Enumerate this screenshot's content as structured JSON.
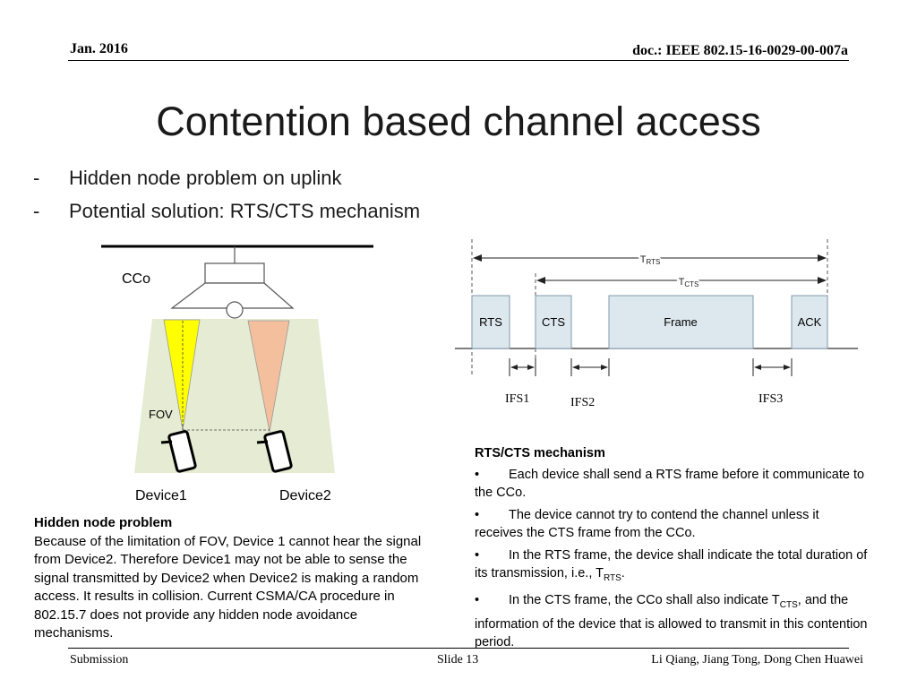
{
  "header": {
    "date": "Jan. 2016",
    "doc": "doc.: IEEE 802.15-16-0029-00-007a"
  },
  "title": "Contention based channel access",
  "bullets": [
    {
      "marker": "-",
      "text": "Hidden node problem on uplink"
    },
    {
      "marker": "-",
      "text": "Potential solution: RTS/CTS mechanism"
    }
  ],
  "left_figure": {
    "cco_label": "CCo",
    "fov_label": "FOV",
    "device1_label": "Device1",
    "device2_label": "Device2",
    "colors": {
      "room": "#e5ecd3",
      "fov1": "#ffff00",
      "fov2": "#f4bf9c"
    }
  },
  "timing_diagram": {
    "frames": [
      "RTS",
      "CTS",
      "Frame",
      "ACK"
    ],
    "t_rts": {
      "main": "T",
      "sub": "RTS"
    },
    "t_cts": {
      "main": "T",
      "sub": "CTS"
    },
    "ifs": [
      "IFS1",
      "IFS2",
      "IFS3"
    ],
    "colors": {
      "frame_fill": "#dde8ee",
      "frame_stroke": "#7f9aae"
    }
  },
  "hidden_node": {
    "title": "Hidden node problem",
    "body": "Because of the limitation of FOV, Device 1 cannot hear the signal from Device2. Therefore Device1 may not be able to sense the signal transmitted by Device2 when Device2 is making a random access. It results in collision. Current CSMA/CA procedure in 802.15.7 does not provide any hidden node avoidance mechanisms."
  },
  "rts_cts": {
    "title": "RTS/CTS mechanism",
    "bullet_marker": "•",
    "item1": "Each device shall send a RTS frame before it communicate to the CCo.",
    "item2": "The device cannot try to contend the channel unless it receives the CTS frame from the CCo.",
    "item3_text": "In the RTS frame, the device shall indicate the total duration of its transmission, i.e., T",
    "item3_sub": "RTS",
    "item3_end": ".",
    "item4_text": "In the CTS frame, the CCo shall also indicate T",
    "item4_sub": "CTS",
    "item4_end": ", and the information of the device that is allowed to transmit in this contention period."
  },
  "footer": {
    "left": "Submission",
    "center": "Slide 13",
    "right": "Li Qiang, Jiang Tong, Dong Chen Huawei"
  }
}
